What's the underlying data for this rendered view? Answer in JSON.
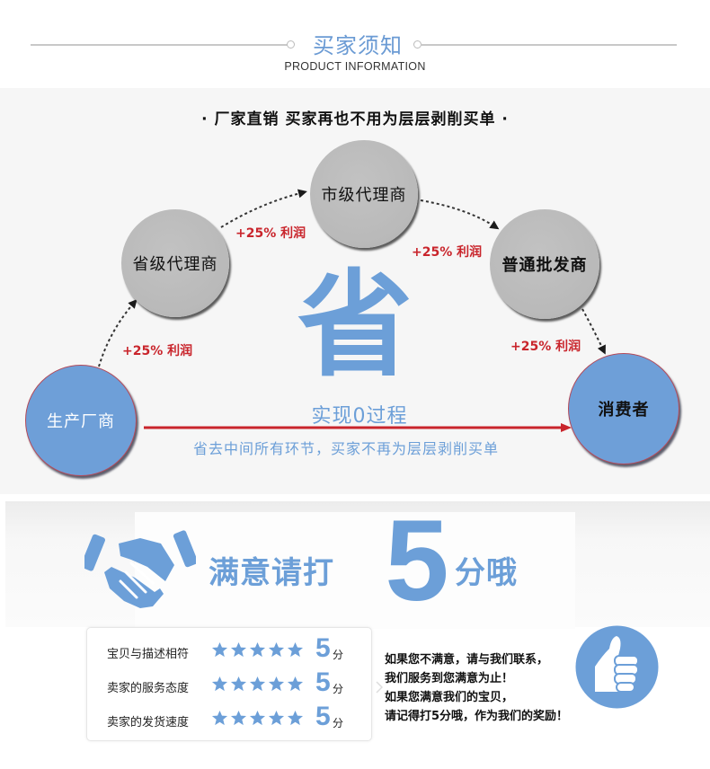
{
  "header": {
    "title": "买家须知",
    "subtitle": "PRODUCT INFORMATION"
  },
  "diagram": {
    "slogan": "· 厂家直销    买家再也不用为层层剥削买单 ·",
    "nodes": {
      "manufacturer": "生产厂商",
      "provincial_agent": "省级代理商",
      "city_agent": "市级代理商",
      "wholesaler": "普通批发商",
      "consumer": "消费者"
    },
    "profit_labels": [
      "+25% 利润",
      "+25% 利润",
      "+25% 利润",
      "+25% 利润"
    ],
    "big_char": "省",
    "direct_label": "实现0过程",
    "direct_sub": "省去中间所有环节，买家不再为层层剥削买单",
    "colors": {
      "accent_blue": "#6c9fd8",
      "profit_red": "#c9252c",
      "node_grey": "#bdbdbd"
    }
  },
  "rating": {
    "title": "满意请打",
    "big_number": "5",
    "title_suffix": "分哦",
    "scores": [
      {
        "label": "宝贝与描述相符",
        "stars": 5,
        "score": "5",
        "unit": "分"
      },
      {
        "label": "卖家的服务态度",
        "stars": 5,
        "score": "5",
        "unit": "分"
      },
      {
        "label": "卖家的发货速度",
        "stars": 5,
        "score": "5",
        "unit": "分"
      }
    ],
    "message": [
      "如果您不满意，请与我们联系，",
      "我们服务到您满意为止！",
      "如果您满意我们的宝贝，",
      "请记得打5分哦，作为我们的奖励！"
    ],
    "icons": {
      "handshake": "handshake-icon",
      "thumbs_up": "thumbs-up-icon",
      "star": "star-icon"
    }
  }
}
